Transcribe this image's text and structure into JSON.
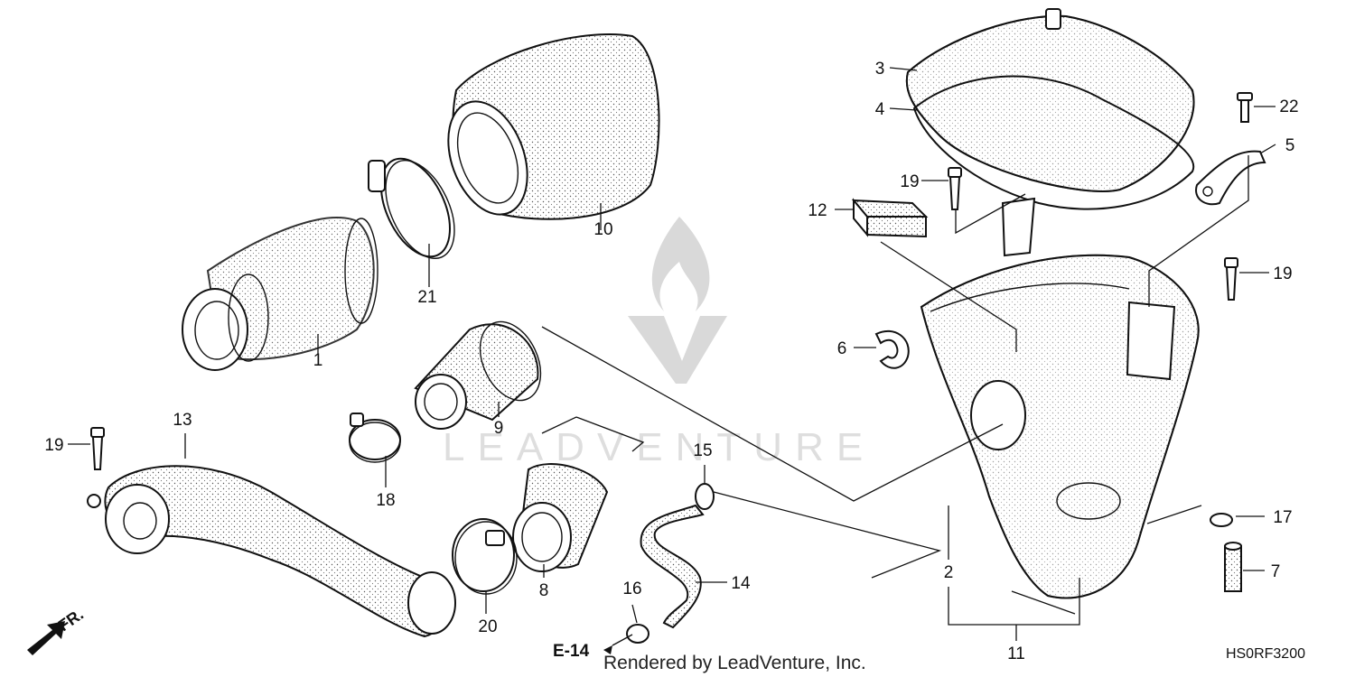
{
  "diagram": {
    "watermark_text": "LEADVENTURE",
    "footer_credit": "Rendered by LeadVenture, Inc.",
    "diagram_code": "HS0RF3200",
    "reference_label": "E-14",
    "direction_label": "FR.",
    "callouts": [
      {
        "id": "c1",
        "text": "1"
      },
      {
        "id": "c2",
        "text": "2"
      },
      {
        "id": "c3",
        "text": "3"
      },
      {
        "id": "c4",
        "text": "4"
      },
      {
        "id": "c5",
        "text": "5"
      },
      {
        "id": "c6",
        "text": "6"
      },
      {
        "id": "c7",
        "text": "7"
      },
      {
        "id": "c8",
        "text": "8"
      },
      {
        "id": "c9",
        "text": "9"
      },
      {
        "id": "c10",
        "text": "10"
      },
      {
        "id": "c11",
        "text": "11"
      },
      {
        "id": "c12",
        "text": "12"
      },
      {
        "id": "c13",
        "text": "13"
      },
      {
        "id": "c14",
        "text": "14"
      },
      {
        "id": "c15",
        "text": "15"
      },
      {
        "id": "c16",
        "text": "16"
      },
      {
        "id": "c17",
        "text": "17"
      },
      {
        "id": "c18",
        "text": "18"
      },
      {
        "id": "c19a",
        "text": "19"
      },
      {
        "id": "c19b",
        "text": "19"
      },
      {
        "id": "c19c",
        "text": "19"
      },
      {
        "id": "c20",
        "text": "20"
      },
      {
        "id": "c21",
        "text": "21"
      },
      {
        "id": "c22",
        "text": "22"
      }
    ]
  }
}
